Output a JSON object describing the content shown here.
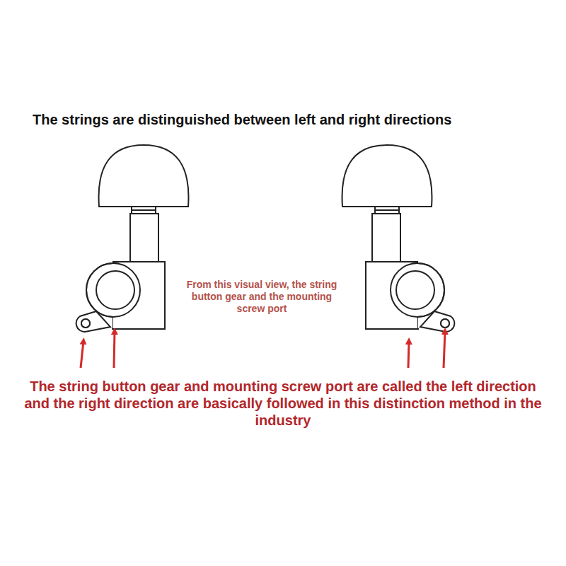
{
  "diagram": {
    "title": "The strings are distinguished between left and right directions",
    "caption": "The string button gear and mounting screw port are called the left direction and the right direction are basically followed in this distinction method in the industry",
    "labels": [
      "From this visual view, the string button gear and the mounting screw port"
    ]
  }
}
